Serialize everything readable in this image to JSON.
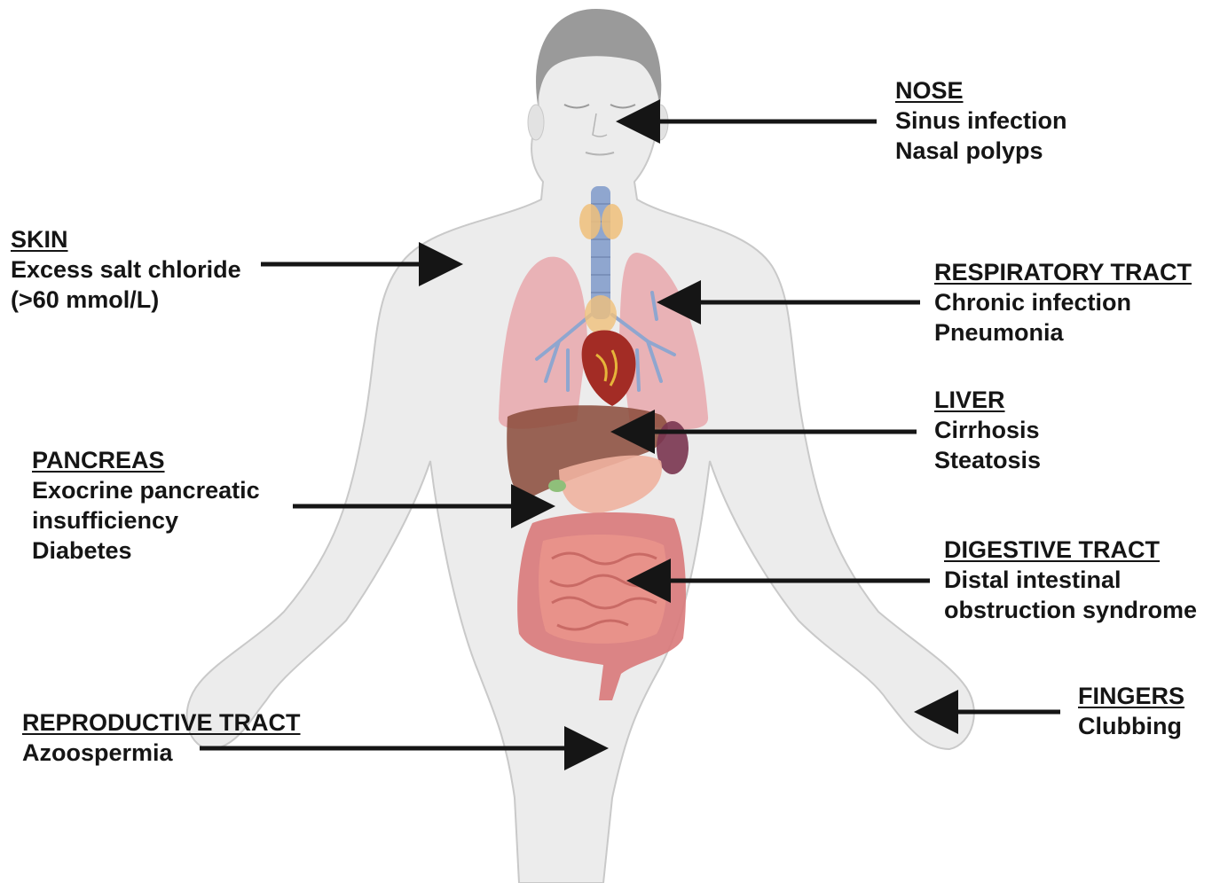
{
  "colors": {
    "skin_fill": "#ececec",
    "skin_outline": "#c9c9c9",
    "hair": "#9a9a9a",
    "lung": "#e9a8ad",
    "trachea": "#8fa6cf",
    "thyroid": "#f0c07a",
    "heart": "#a32c25",
    "liver": "#8a4a3a",
    "spleen": "#7a3550",
    "stomach": "#f0b3a0",
    "intestine": "#e8928a",
    "colon": "#d9797a",
    "arrow": "#151515",
    "text": "#151515"
  },
  "callouts": [
    {
      "id": "nose",
      "heading": "NOSE",
      "lines": [
        "Sinus infection",
        "Nasal polyps"
      ]
    },
    {
      "id": "skin",
      "heading": "SKIN",
      "lines": [
        "Excess salt chloride",
        "(>60 mmol/L)"
      ]
    },
    {
      "id": "respiratory",
      "heading": "RESPIRATORY TRACT",
      "lines": [
        "Chronic infection",
        "Pneumonia"
      ]
    },
    {
      "id": "liver",
      "heading": "LIVER",
      "lines": [
        "Cirrhosis",
        "Steatosis"
      ]
    },
    {
      "id": "pancreas",
      "heading": "PANCREAS",
      "lines": [
        "Exocrine pancreatic",
        "insufficiency",
        "Diabetes"
      ]
    },
    {
      "id": "digestive",
      "heading": "DIGESTIVE TRACT",
      "lines": [
        "Distal intestinal",
        "obstruction syndrome"
      ]
    },
    {
      "id": "fingers",
      "heading": "FINGERS",
      "lines": [
        "Clubbing"
      ]
    },
    {
      "id": "reproductive",
      "heading": "REPRODUCTIVE TRACT",
      "lines": [
        "Azoospermia"
      ]
    }
  ]
}
